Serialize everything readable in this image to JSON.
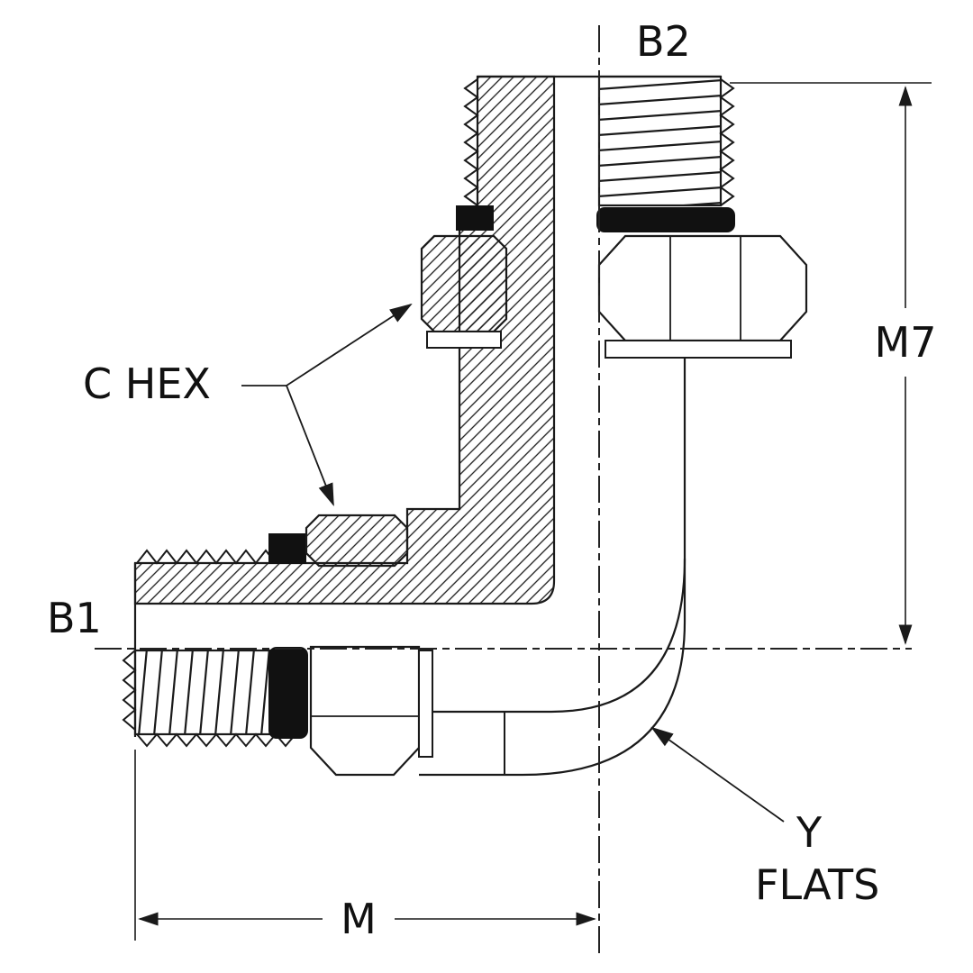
{
  "diagram": {
    "type": "technical-section-drawing",
    "subject": "90-degree adjustable elbow hydraulic fitting, half-section view",
    "labels": {
      "port_top": "B2",
      "port_side": "B1",
      "dim_height": "M7",
      "dim_length": "M",
      "hex_callout": "C HEX",
      "flats_callout_line1": "Y",
      "flats_callout_line2": "FLATS"
    },
    "colors": {
      "line": "#1a1a1a",
      "seal": "#111111",
      "background": "#ffffff"
    }
  }
}
